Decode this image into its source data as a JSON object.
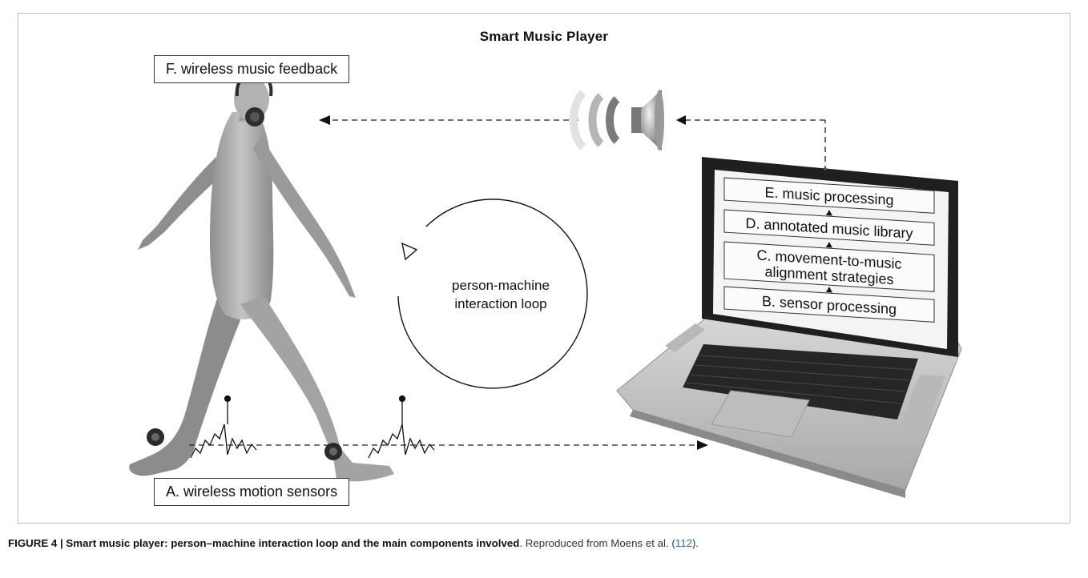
{
  "figure": {
    "title": "Smart Music Player",
    "loop_label_line1": "person-machine",
    "loop_label_line2": "interaction loop",
    "sensor_label": "A. wireless motion sensors",
    "feedback_label": "F. wireless music feedback"
  },
  "laptop_screen": {
    "boxes": [
      {
        "line1": "E. music processing",
        "line2": ""
      },
      {
        "line1": "D. annotated music library",
        "line2": ""
      },
      {
        "line1": "C. movement-to-music",
        "line2": "alignment strategies"
      },
      {
        "line1": "B. sensor processing",
        "line2": ""
      }
    ]
  },
  "caption": {
    "label": "FIGURE 4 | Smart music player: person–machine interaction loop and the main components involved",
    "text_before_ref": ". Reproduced from Moens et al. (",
    "ref": "112",
    "text_after_ref": ")."
  },
  "colors": {
    "figure_fill": "#a9a9a9",
    "laptop_body": "#c8c8c8",
    "screen_bezel": "#222222",
    "reference_link": "#2a6fb4"
  },
  "icons": [
    "speaker-icon",
    "headphones-icon",
    "ankle-sensor-icon",
    "arrow-icon"
  ]
}
